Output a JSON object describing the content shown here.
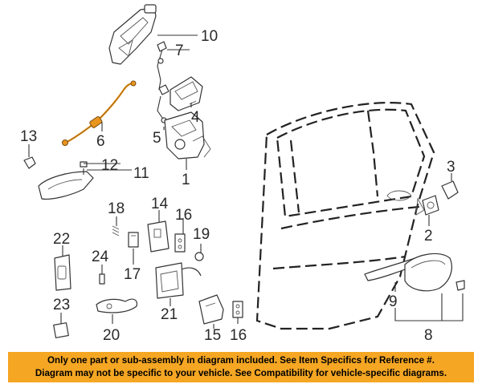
{
  "callouts": {
    "c1": "1",
    "c2": "2",
    "c3": "3",
    "c4": "4",
    "c5": "5",
    "c6": "6",
    "c7": "7",
    "c8": "8",
    "c9": "9",
    "c10": "10",
    "c11": "11",
    "c12": "12",
    "c13": "13",
    "c14": "14",
    "c15": "15",
    "c16a": "16",
    "c16b": "16",
    "c17": "17",
    "c18": "18",
    "c19": "19",
    "c20": "20",
    "c21": "21",
    "c22": "22",
    "c23": "23",
    "c24": "24"
  },
  "notice": {
    "line1": "Only one part or sub-assembly in diagram included. See Item Specifics for Reference #.",
    "line2": "Diagram may not be specific to your vehicle. See Compatibility for vehicle-specific diagrams."
  },
  "colors": {
    "banner_bg": "#f5a623",
    "highlight_part": "#e8961e",
    "line": "#333333"
  }
}
